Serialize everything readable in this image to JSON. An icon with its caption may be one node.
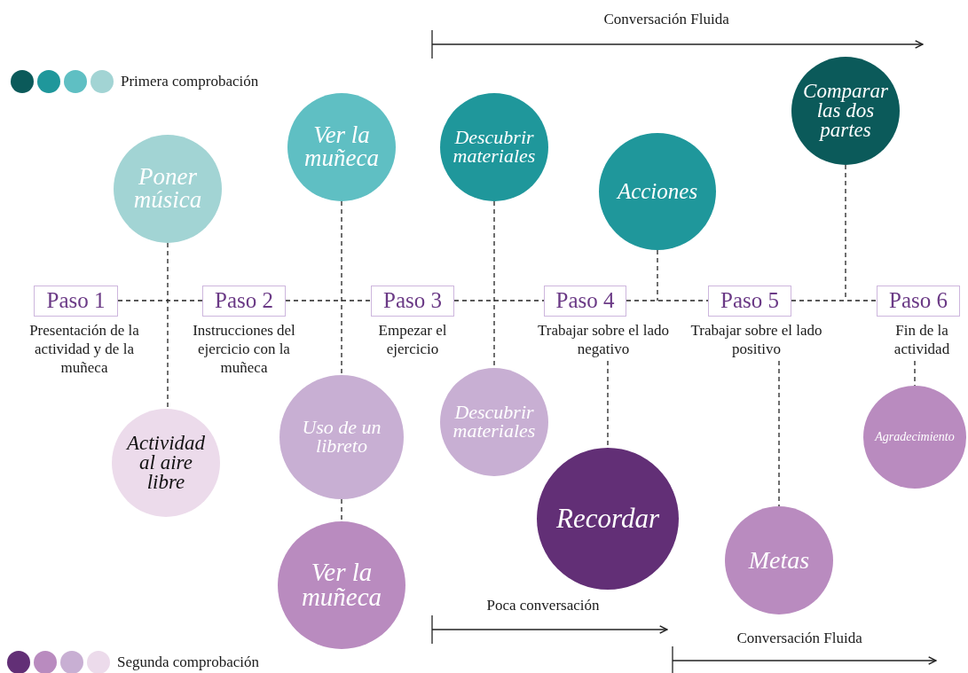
{
  "diagram": {
    "nodes": [
      {
        "text": [
          "Paso 1"
        ],
        "beside": [
          "Presentación de la actividad y de la muñeca"
        ]
      },
      {
        "text": [
          "Paso 2"
        ],
        "beside": [
          "Instrucciones del ejercicio con la muñeca"
        ]
      },
      {
        "text": [
          "Paso 3"
        ],
        "beside": [
          "Empezar el ejercicio"
        ]
      },
      {
        "text": [
          "Paso 4"
        ],
        "beside": [
          "Trabajar sobre el lado negativo"
        ]
      },
      {
        "text": [
          "Paso 5"
        ],
        "beside": [
          "Trabajar sobre el lado positivo"
        ]
      },
      {
        "text": [
          "Paso 6"
        ],
        "beside": [
          "Fin de la actividad"
        ]
      },
      {
        "text": [
          "Poner música"
        ]
      },
      {
        "text": [
          "Ver la muñeca"
        ]
      },
      {
        "text": [
          "Descubrir materiales"
        ]
      },
      {
        "text": [
          "Acciones"
        ]
      },
      {
        "text": [
          "Comparar las dos partes"
        ]
      },
      {
        "text": [
          "Actividad al aire libre"
        ]
      },
      {
        "text": [
          "Uso de un libreto"
        ]
      },
      {
        "text": [
          "Ver la muñeca"
        ]
      },
      {
        "text": [
          "Descubrir materiales"
        ]
      },
      {
        "text": [
          "Recordar"
        ]
      },
      {
        "text": [
          "Metas"
        ]
      },
      {
        "text": [
          "Agradecimiento"
        ]
      }
    ],
    "edges": [
      {
        "from": 0,
        "to": 1,
        "arrow": "none",
        "style": "dashed"
      },
      {
        "from": 1,
        "to": 2,
        "arrow": "none",
        "style": "dashed"
      },
      {
        "from": 2,
        "to": 3,
        "arrow": "none",
        "style": "dashed"
      },
      {
        "from": 3,
        "to": 4,
        "arrow": "none",
        "style": "dashed"
      },
      {
        "from": 4,
        "to": 5,
        "arrow": "none",
        "style": "dashed"
      },
      {
        "from": 6,
        "to": 11,
        "arrow": "none",
        "style": "dashed"
      },
      {
        "from": 7,
        "to": 12,
        "arrow": "none",
        "style": "dashed"
      },
      {
        "from": 12,
        "to": 13,
        "arrow": "none",
        "style": "dashed"
      },
      {
        "from": 8,
        "to": 14,
        "arrow": "none",
        "style": "dashed"
      },
      {
        "from": 9,
        "to": null,
        "arrow": "none",
        "style": "dashed"
      },
      {
        "from": 10,
        "to": null,
        "arrow": "none",
        "style": "dashed"
      },
      {
        "from": 3,
        "to": 15,
        "arrow": "none",
        "style": "dashed"
      },
      {
        "from": 4,
        "to": 16,
        "arrow": "none",
        "style": "dashed"
      },
      {
        "from": 5,
        "to": 17,
        "arrow": "none",
        "style": "dashed"
      }
    ],
    "labels": [
      "Conversación Fluida",
      "Poca conversación",
      "Conversación Fluida"
    ],
    "legend": [
      {
        "text": "Primera comprobación"
      },
      {
        "text": "Segunda comprobación"
      }
    ]
  }
}
